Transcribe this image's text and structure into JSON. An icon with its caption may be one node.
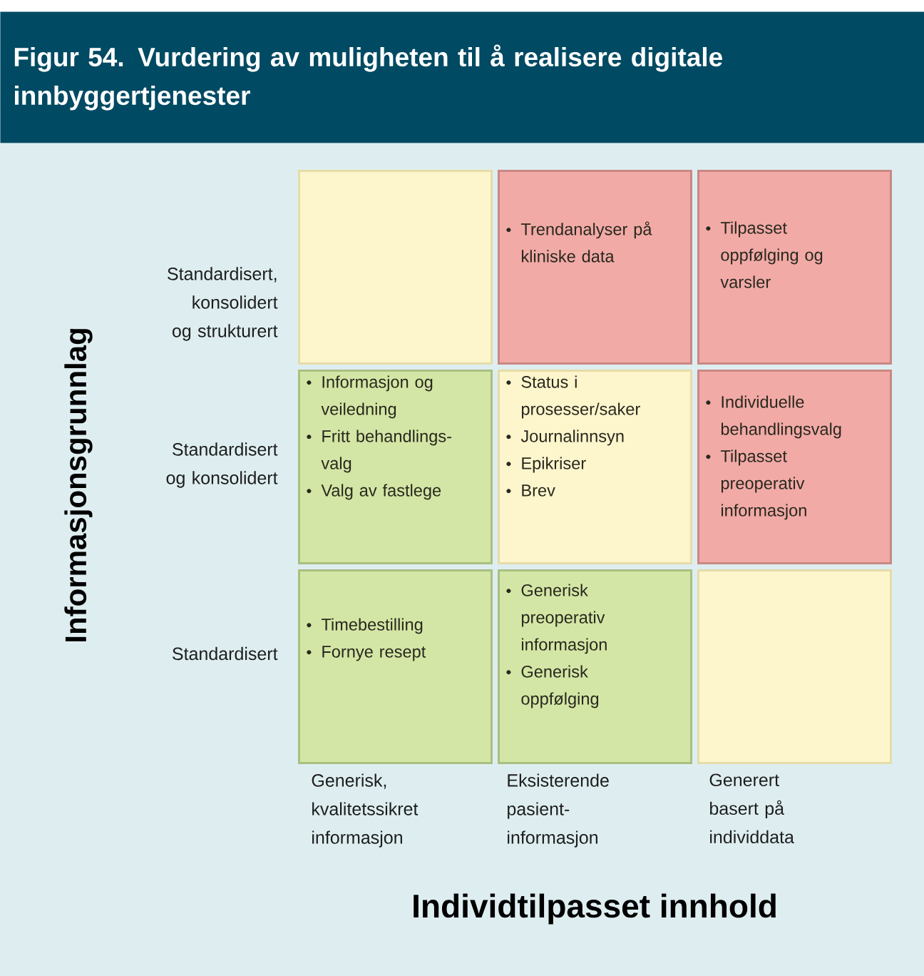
{
  "diagram": {
    "title": "Figur 54. Vurdering av muligheten til å realisere digitale innbyggertjenester",
    "nodes": [
      {
        "text": [],
        "shape": "box"
      },
      {
        "text": [
          "Trendanalyser på kliniske data"
        ]
      },
      {
        "text": [
          "Tilpasset oppfølging og varsler"
        ]
      },
      {
        "text": [
          "Informasjon og veiledning",
          "Fritt behandlings- valg",
          "Valg av fastlege"
        ]
      },
      {
        "text": [
          "Status i prosesser/saker",
          "Journalinnsyn",
          "Epikriser",
          "Brev"
        ]
      },
      {
        "text": [
          "Individuelle behandlingsvalg",
          "Tilpasset preoperativ informasjon"
        ]
      },
      {
        "text": [
          "Timebestilling",
          "Fornye resept"
        ]
      },
      {
        "text": [
          "Generisk preoperativ informasjon",
          "Generisk oppfølging"
        ]
      },
      {
        "text": [],
        "shape": "box"
      }
    ],
    "labels": [
      "Standardisert, konsolidert og strukturert",
      "Standardisert og konsolidert",
      "Standardisert",
      "Informasjonsgrunnlag",
      "Generisk, kvalitetssikret informasjon",
      "Eksisterende pasient- informasjon",
      "Generert basert på individdata",
      "Individtilpasset innhold"
    ]
  }
}
